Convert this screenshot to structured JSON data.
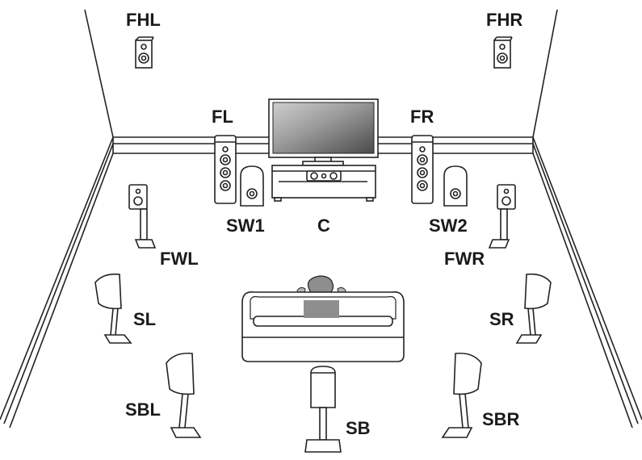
{
  "speakers": {
    "FHL": "FHL",
    "FHR": "FHR",
    "FL": "FL",
    "FR": "FR",
    "C": "C",
    "SW1": "SW1",
    "SW2": "SW2",
    "FWL": "FWL",
    "FWR": "FWR",
    "SL": "SL",
    "SR": "SR",
    "SBL": "SBL",
    "SB": "SB",
    "SBR": "SBR"
  }
}
